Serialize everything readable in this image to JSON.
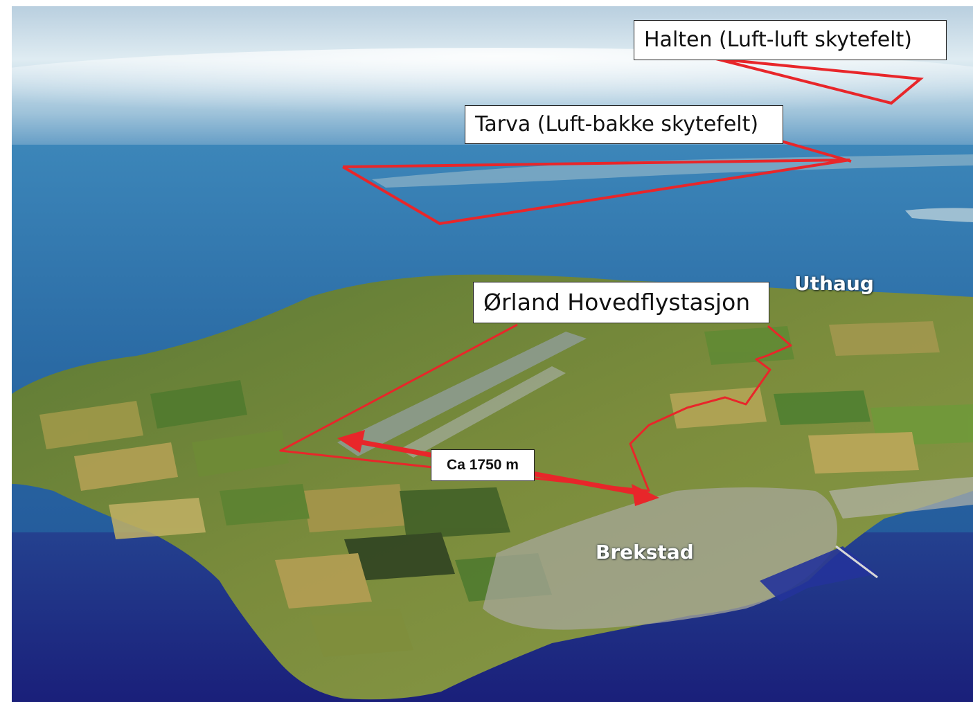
{
  "labels": {
    "halten": "Halten (Luft-luft skytefelt)",
    "tarva": "Tarva (Luft-bakke skytefelt)",
    "orland": "Ørland Hovedflystasjon",
    "distance": "Ca 1750 m"
  },
  "places": {
    "uthaug": "Uthaug",
    "brekstad": "Brekstad"
  },
  "colors": {
    "outline_red": "#e8262a",
    "sky": "#cfe3ee",
    "sea_far": "#2f6fa6",
    "sea_near": "#1e2f8c",
    "land": "#6f8a3a"
  }
}
